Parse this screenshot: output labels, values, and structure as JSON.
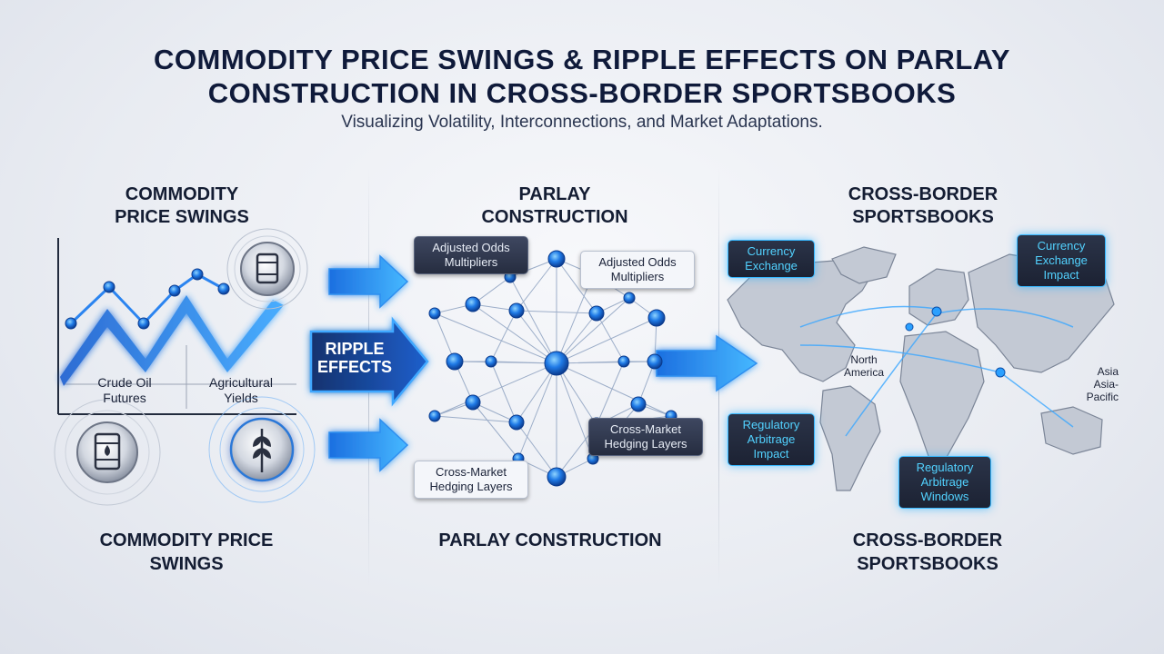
{
  "header": {
    "title_line1": "COMMODITY PRICE SWINGS & RIPPLE EFFECTS ON PARLAY",
    "title_line2": "CONSTRUCTION IN CROSS-BORDER SPORTSBOOKS",
    "subtitle": "Visualizing Volatility, Interconnections, and Market Adaptations."
  },
  "sections": {
    "commodity": {
      "heading_line1": "COMMODITY",
      "heading_line2": "PRICE SWINGS",
      "footer_line1": "COMMODITY PRICE",
      "footer_line2": "SWINGS",
      "chart_labels": {
        "left_line1": "Crude Oil",
        "left_line2": "Futures",
        "right_line1": "Agricultural",
        "right_line2": "Yields"
      },
      "icons": [
        "oil-barrel-icon",
        "oil-drop-barrel-icon",
        "wheat-icon"
      ]
    },
    "ripple": {
      "label_line1": "RIPPLE",
      "label_line2": "EFFECTS"
    },
    "parlay": {
      "heading_line1": "PARLAY",
      "heading_line2": "CONSTRUCTION",
      "footer": "PARLAY CONSTRUCTION",
      "callouts": {
        "odds_dark_line1": "Adjusted Odds",
        "odds_dark_line2": "Multipliers",
        "odds_light_line1": "Adjusted Odds",
        "odds_light_line2": "Multipliers",
        "hedge_right_line1": "Cross-Market",
        "hedge_right_line2": "Hedging Layers",
        "hedge_left_line1": "Cross-Market",
        "hedge_left_line2": "Hedging Layers"
      }
    },
    "crossborder": {
      "heading_line1": "CROSS-BORDER",
      "heading_line2": "SPORTSBOOKS",
      "footer_line1": "CROSS-BORDER",
      "footer_line2": "SPORTSBOOKS",
      "callouts": {
        "currency_left_line1": "Currency",
        "currency_left_line2": "Exchange",
        "currency_right_line1": "Currency",
        "currency_right_line2": "Exchange",
        "currency_right_line3": "Impact",
        "reg_left_line1": "Regulatory",
        "reg_left_line2": "Arbitrage",
        "reg_left_line3": "Impact",
        "reg_bottom_line1": "Regulatory",
        "reg_bottom_line2": "Arbitrage",
        "reg_bottom_line3": "Windows"
      },
      "map_labels": {
        "north_line1": "North",
        "north_line2": "America",
        "asia_line1": "Asia",
        "asia_line2": "Asia-Pacific"
      }
    }
  },
  "colors": {
    "accent": "#1e7be8",
    "accent_glow": "#3fb5ff",
    "navy": "#0f1a3a",
    "callout_dark": "#2b3449"
  }
}
